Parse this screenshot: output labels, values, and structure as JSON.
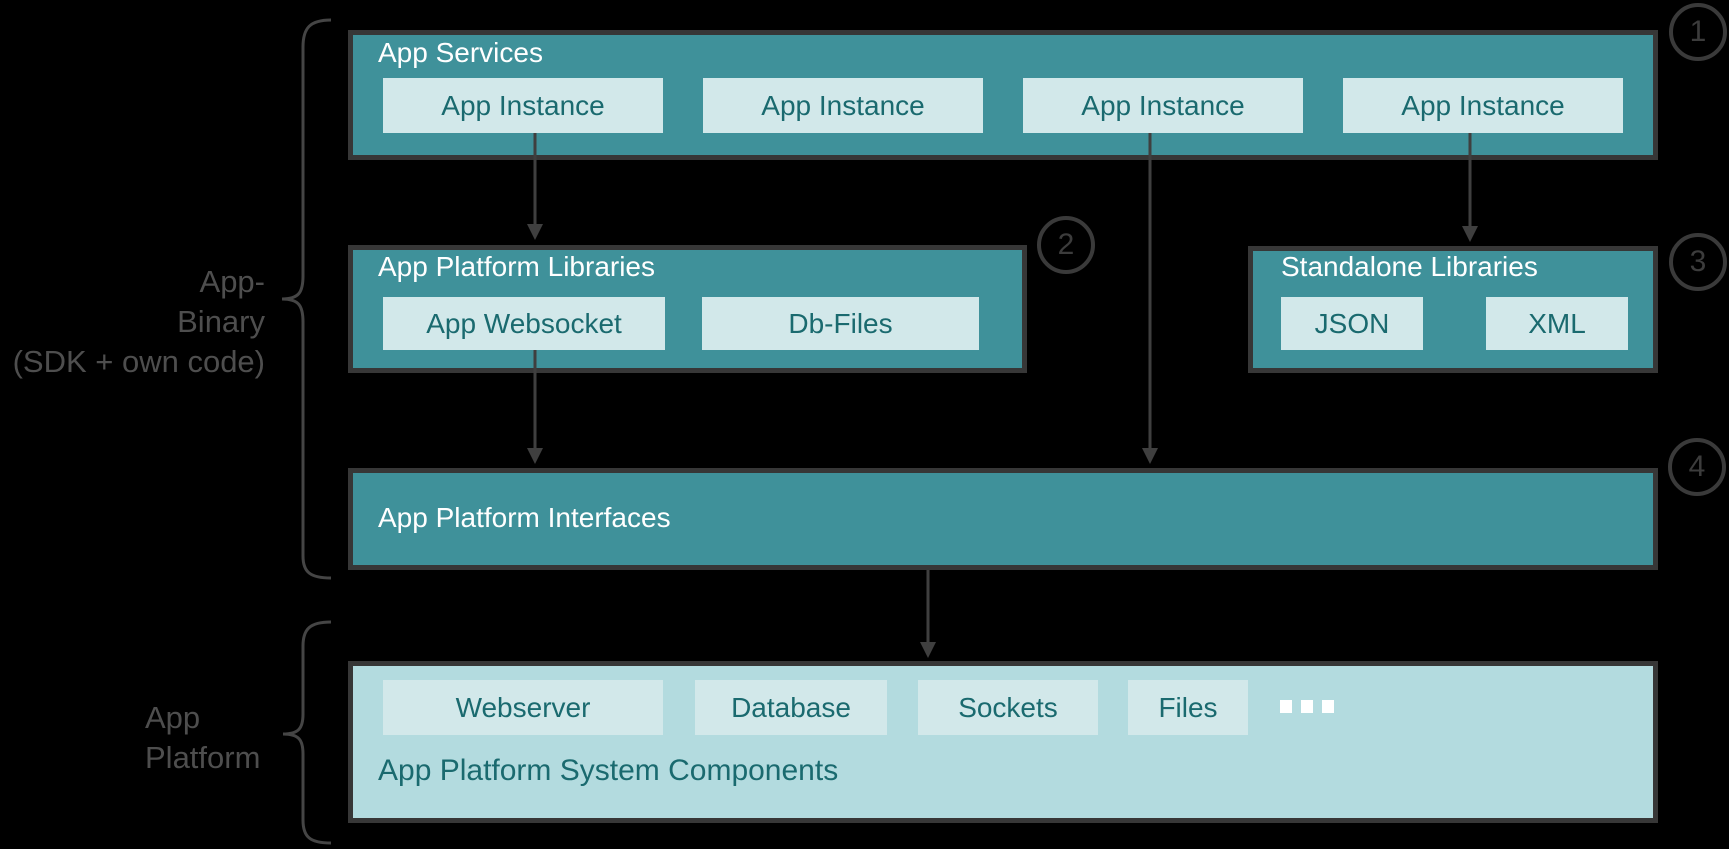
{
  "colors": {
    "background": "#000000",
    "teal_box": "#3F919A",
    "light_inner_box": "#D2E8EA",
    "platform_box": "#B3DBDF",
    "dark_teal_text": "#1A6A6F",
    "box_border": "#373737",
    "annotation_gray": "#4E4E4E",
    "white_text": "#FFFFFF"
  },
  "labels": {
    "app_binary": {
      "lines": [
        "App-",
        "Binary",
        "(SDK + own code)"
      ]
    },
    "app_platform": {
      "lines": [
        "App",
        "Platform"
      ]
    }
  },
  "callouts": [
    {
      "number": "1"
    },
    {
      "number": "2"
    },
    {
      "number": "3"
    },
    {
      "number": "4"
    }
  ],
  "boxes": {
    "app_services": {
      "title": "App Services",
      "instances": [
        "App Instance",
        "App Instance",
        "App Instance",
        "App Instance"
      ]
    },
    "app_platform_libraries": {
      "title": "App Platform Libraries",
      "items": [
        "App Websocket",
        "Db-Files"
      ]
    },
    "standalone_libraries": {
      "title": "Standalone Libraries",
      "items": [
        "JSON",
        "XML"
      ]
    },
    "app_platform_interfaces": {
      "title": "App Platform Interfaces"
    },
    "app_platform_system": {
      "title": "App Platform System Components",
      "items": [
        "Webserver",
        "Database",
        "Sockets",
        "Files"
      ],
      "more": "..."
    }
  }
}
